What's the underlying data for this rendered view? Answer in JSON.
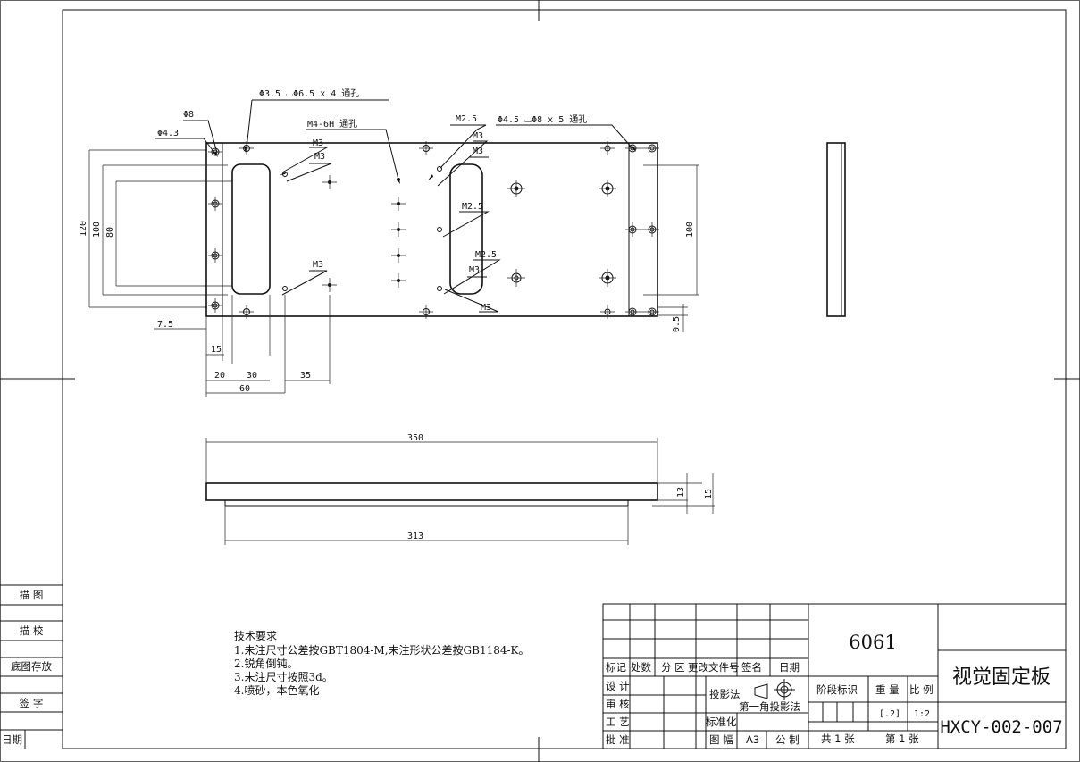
{
  "title_block": {
    "material": "6061",
    "part_name": "视觉固定板",
    "drawing_number": "HXCY-002-007",
    "mark_label": "标记",
    "count_label": "处数",
    "zone_label": "分  区",
    "change_doc_label": "更改文件号",
    "sign_label": "签名",
    "date_label": "日期",
    "design_label": "设  计",
    "review_label": "审  核",
    "process_label": "工  艺",
    "approve_label": "批  准",
    "projection_label": "投影法",
    "projection_name": "第一角投影法",
    "standardize_label": "标准化",
    "sheet_size_label": "图  幅",
    "sheet_size": "A3",
    "public_label": "公  制",
    "stage_label": "阶段标识",
    "weight_label": "重  量",
    "scale_label": "比  例",
    "stage_value": "[.2]",
    "scale_value": "1:2",
    "total_sheets": "共 1 张",
    "sheet_no": "第 1 张"
  },
  "left_strip": {
    "items": [
      "描  图",
      "描  校",
      "底图存放",
      "签  字",
      "日期"
    ]
  },
  "tech_requirements": {
    "heading": "技术要求",
    "lines": [
      "1.未注尺寸公差按GBT1804-M,未注形状公差按GB1184-K。",
      "2.锐角倒钝。",
      "3.未注尺寸按照3d。",
      "4.喷砂，本色氧化"
    ]
  },
  "dimensions": {
    "hole_a": "Φ3.5 ⌴Φ6.5 x 4 通孔",
    "hole_b": "Φ4.5 ⌴Φ8 x 5 通孔",
    "phi8": "Φ8",
    "phi43": "Φ4.3",
    "m46h": "M4-6H 通孔",
    "m3": "M3",
    "m25": "M2.5",
    "d120": "120",
    "d100": "100",
    "d80": "80",
    "d75": "7.5",
    "d15": "15",
    "d20": "20",
    "d30": "30",
    "d35": "35",
    "d60": "60",
    "d05": "0.5",
    "d350": "350",
    "d313": "313",
    "d13": "13"
  }
}
